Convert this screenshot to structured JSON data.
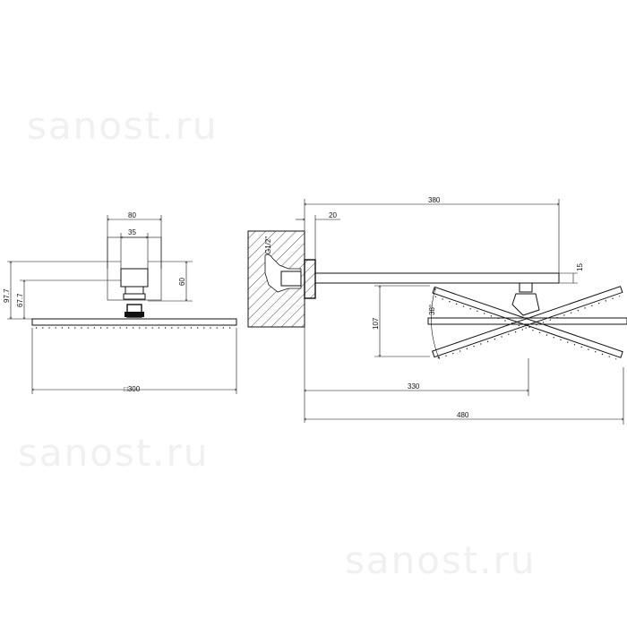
{
  "watermark": {
    "text": "sanost.ru"
  },
  "front_view": {
    "dim_width_outer": "80",
    "dim_width_inner": "35",
    "dim_height_outer": "97.7",
    "dim_height_inner": "67.7",
    "dim_block_height": "60",
    "dim_head_size": "□300"
  },
  "side_view": {
    "dim_arm_length": "380",
    "dim_flange": "20",
    "dim_thread": "G1/2\"",
    "dim_arm_thickness": "15",
    "dim_drop": "107",
    "dim_angle": "38°",
    "dim_head_reach": "330",
    "dim_total_reach": "480"
  }
}
